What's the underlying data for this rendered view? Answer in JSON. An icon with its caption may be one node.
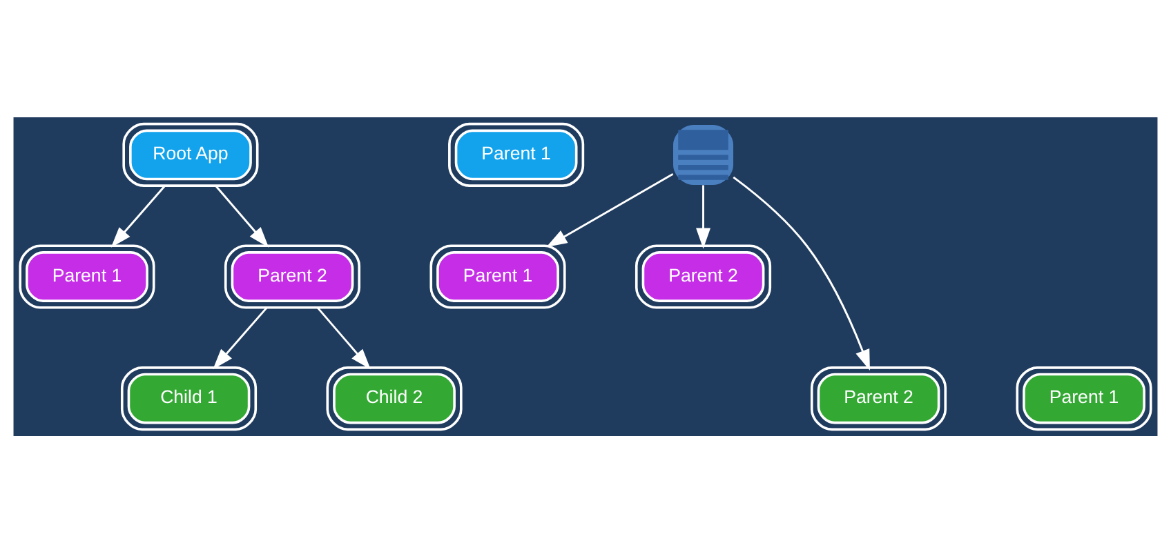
{
  "diagram": {
    "nodes": [
      {
        "text": [
          "Root App"
        ]
      },
      {
        "text": [
          "Parent 1"
        ]
      },
      {
        "text": [
          "Parent 2"
        ]
      },
      {
        "text": [
          "Child 1"
        ]
      },
      {
        "text": [
          "Child 2"
        ]
      },
      {
        "text": [
          "Parent 1"
        ]
      },
      {
        "text": [],
        "shape": "picture"
      },
      {
        "text": [
          "Parent 1"
        ]
      },
      {
        "text": [
          "Parent 2"
        ]
      },
      {
        "text": [
          "Parent 1"
        ]
      },
      {
        "text": [
          "Parent 2"
        ]
      }
    ],
    "edges": [
      {
        "from": 0,
        "to": 1,
        "arrow": "to"
      },
      {
        "from": 0,
        "to": 2,
        "arrow": "to"
      },
      {
        "from": 2,
        "to": 3,
        "arrow": "to"
      },
      {
        "from": 2,
        "to": 4,
        "arrow": "to"
      },
      {
        "from": 6,
        "to": 7,
        "arrow": "to"
      },
      {
        "from": 6,
        "to": 8,
        "arrow": "to"
      },
      {
        "from": 6,
        "to": 10,
        "arrow": "to"
      }
    ]
  }
}
